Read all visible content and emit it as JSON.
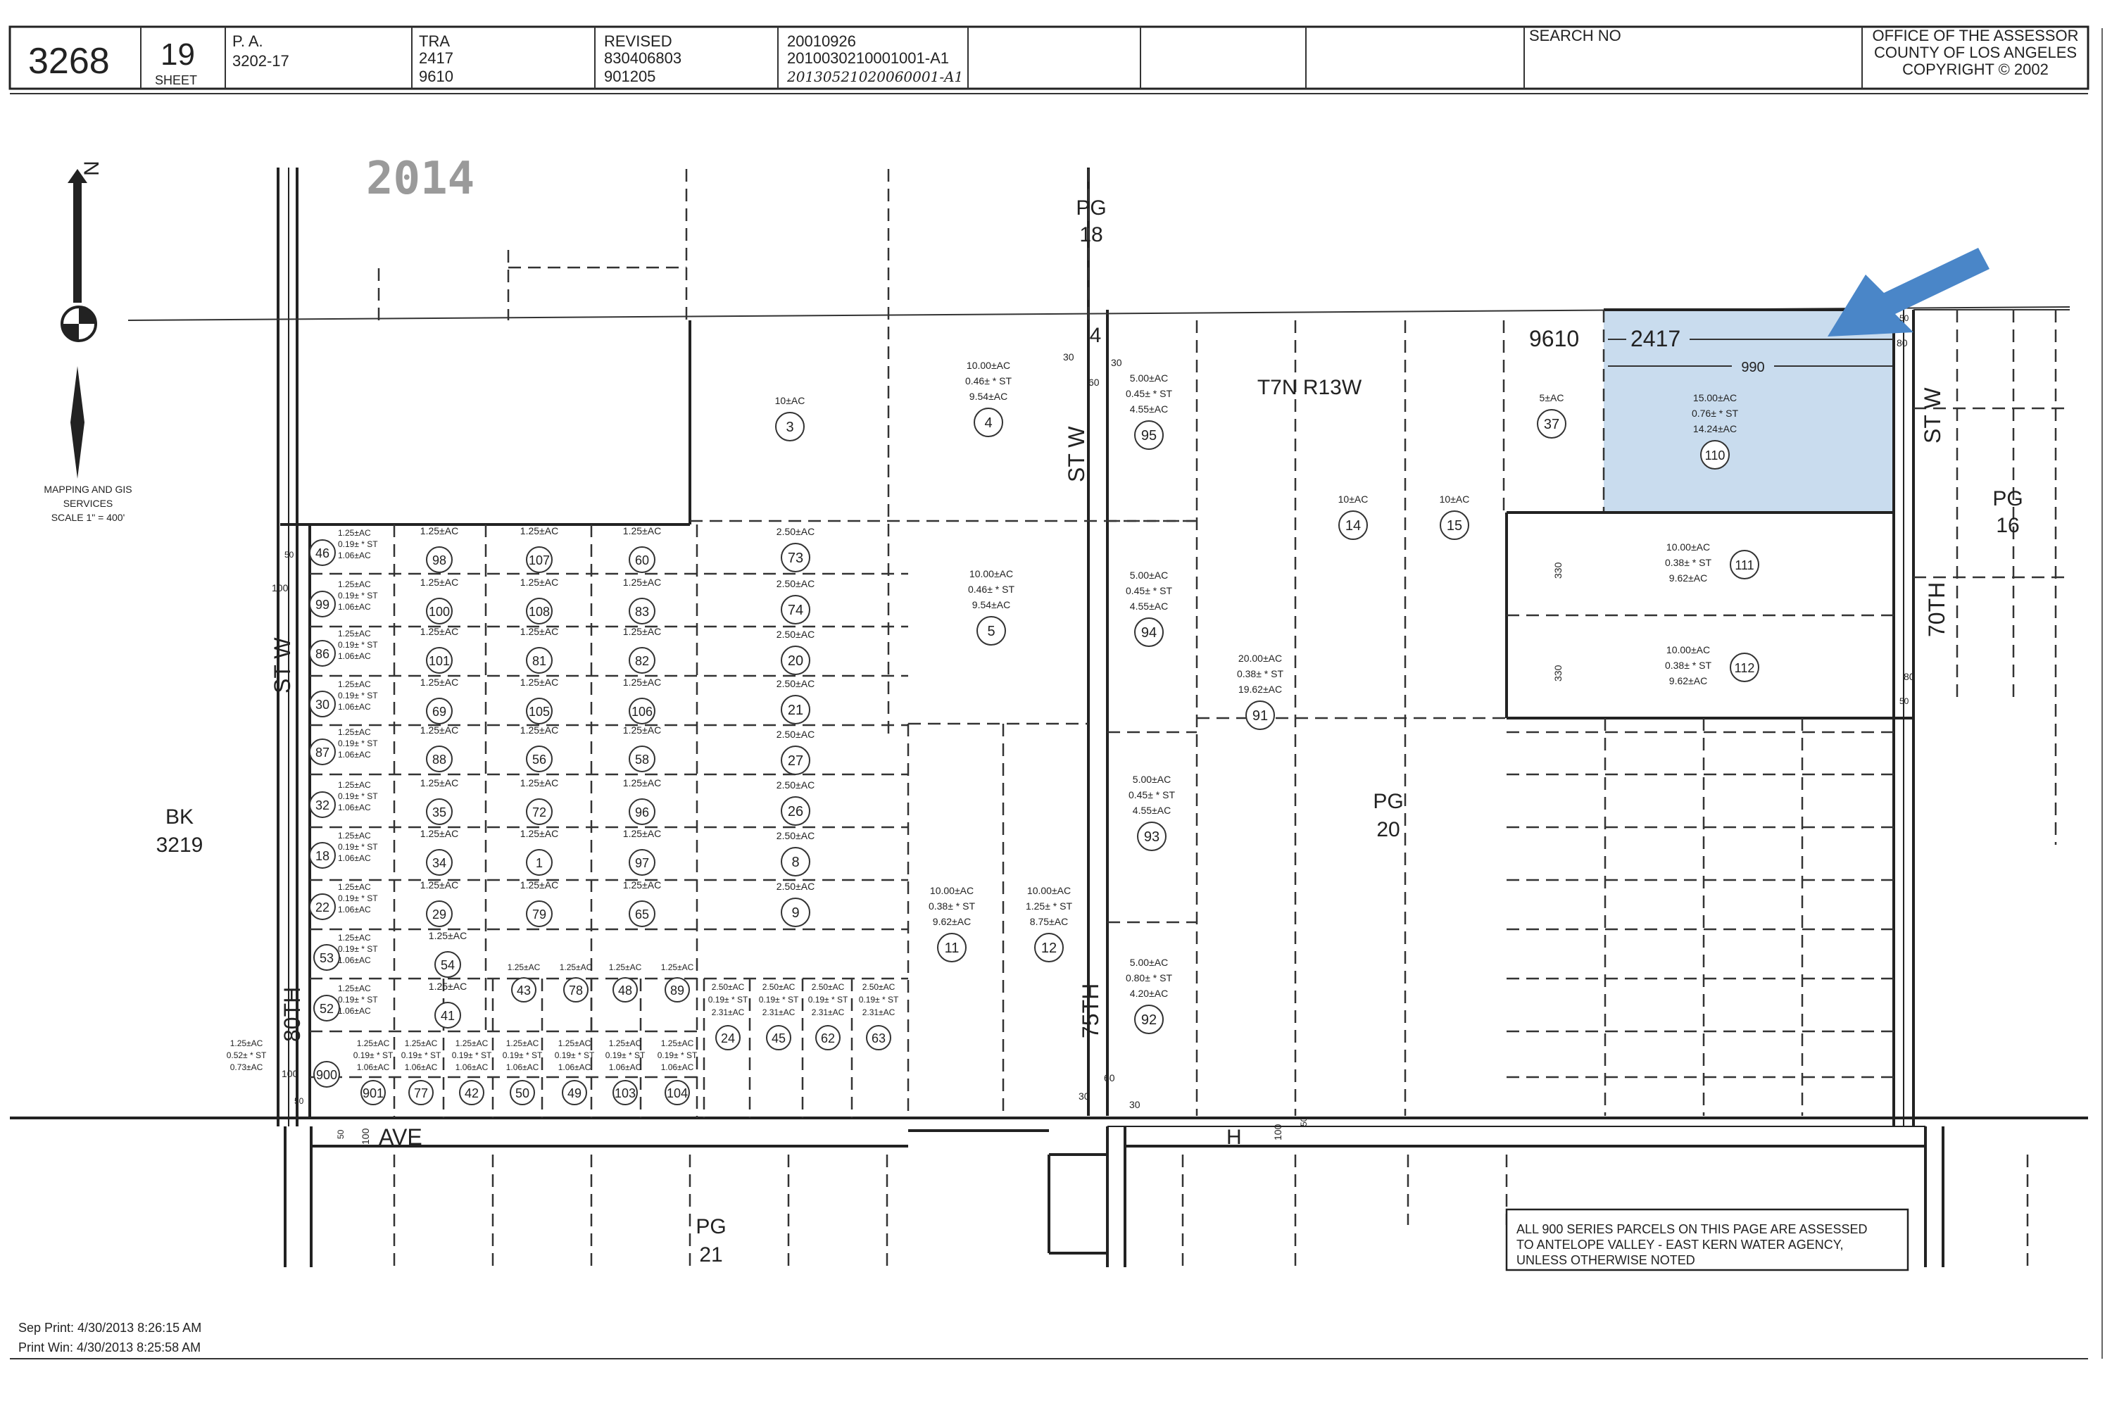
{
  "header": {
    "map_book": "3268",
    "page": "19",
    "sheet_label": "SHEET",
    "pa_label": "P. A.",
    "pa_value": "3202-17",
    "tra_label": "TRA",
    "tra_1": "2417",
    "tra_2": "9610",
    "revised_label": "REVISED",
    "revised_1": "830406803",
    "revised_2": "901205",
    "rev_date_1": "20010926",
    "rev_date_2": "2010030210001001-A1",
    "rev_date_3": "20130521020060001-A1",
    "search_label": "SEARCH NO",
    "office_1": "OFFICE OF THE ASSESSOR",
    "office_2": "COUNTY OF LOS ANGELES",
    "office_3": "COPYRIGHT © 2002"
  },
  "stamp_year": "2014",
  "north": {
    "letter": "N",
    "mapping_1": "MAPPING AND GIS",
    "mapping_2": "SERVICES",
    "scale": "SCALE 1\" = 400'"
  },
  "streets": {
    "st_w_left": "ST W",
    "eightieth": "80TH",
    "ave": "AVE",
    "h": "H",
    "st_w_mid": "ST W",
    "seventy_fifth": "75TH",
    "st_w_right": "ST W",
    "seventieth": "70TH"
  },
  "page_refs": {
    "pg18_a": "PG",
    "pg18_b": "18",
    "pg16_a": "PG",
    "pg16_b": "16",
    "pg20_a": "PG",
    "pg20_b": "20",
    "pg21_a": "PG",
    "pg21_b": "21",
    "bk_a": "BK",
    "bk_b": "3219",
    "township": "T7N R13W",
    "four": "4"
  },
  "tra_tags": {
    "left": "9610",
    "right": "2417",
    "width": "990"
  },
  "dimensions": {
    "d30a": "30",
    "d30b": "30",
    "d60a": "60",
    "d30c": "30",
    "d30d": "30",
    "d60b": "60",
    "d50a": "50",
    "d100a": "100",
    "d50b": "50",
    "d100b": "100",
    "d50c": "50",
    "d100c": "100",
    "d50d": "50",
    "d330a": "330",
    "d330b": "330",
    "d80a": "80",
    "d80b": "80",
    "d50e": "50"
  },
  "parcels_main": [
    {
      "num": "3",
      "l1": "10±AC"
    },
    {
      "num": "4",
      "l1": "10.00±AC",
      "l2": "0.46± * ST",
      "l3": "9.54±AC"
    },
    {
      "num": "5",
      "l1": "10.00±AC",
      "l2": "0.46± * ST",
      "l3": "9.54±AC"
    },
    {
      "num": "95",
      "l1": "5.00±AC",
      "l2": "0.45± * ST",
      "l3": "4.55±AC"
    },
    {
      "num": "94",
      "l1": "5.00±AC",
      "l2": "0.45± * ST",
      "l3": "4.55±AC"
    },
    {
      "num": "93",
      "l1": "5.00±AC",
      "l2": "0.45± * ST",
      "l3": "4.55±AC"
    },
    {
      "num": "92",
      "l1": "5.00±AC",
      "l2": "0.80± * ST",
      "l3": "4.20±AC"
    },
    {
      "num": "91",
      "l1": "20.00±AC",
      "l2": "0.38± * ST",
      "l3": "19.62±AC"
    },
    {
      "num": "14",
      "l1": "10±AC"
    },
    {
      "num": "15",
      "l1": "10±AC"
    },
    {
      "num": "37",
      "l1": "5±AC"
    },
    {
      "num": "110",
      "l1": "15.00±AC",
      "l2": "0.76± * ST",
      "l3": "14.24±AC"
    },
    {
      "num": "111",
      "l1": "10.00±AC",
      "l2": "0.38± * ST",
      "l3": "9.62±AC"
    },
    {
      "num": "112",
      "l1": "10.00±AC",
      "l2": "0.38± * ST",
      "l3": "9.62±AC"
    },
    {
      "num": "11",
      "l1": "10.00±AC",
      "l2": "0.38± * ST",
      "l3": "9.62±AC"
    },
    {
      "num": "12",
      "l1": "10.00±AC",
      "l2": "1.25± * ST",
      "l3": "8.75±AC"
    },
    {
      "num": "73",
      "l1": "2.50±AC"
    },
    {
      "num": "74",
      "l1": "2.50±AC"
    },
    {
      "num": "20",
      "l1": "2.50±AC"
    },
    {
      "num": "21",
      "l1": "2.50±AC"
    },
    {
      "num": "27",
      "l1": "2.50±AC"
    },
    {
      "num": "26",
      "l1": "2.50±AC"
    },
    {
      "num": "8",
      "l1": "2.50±AC"
    },
    {
      "num": "9",
      "l1": "2.50±AC"
    }
  ],
  "grid_rows": [
    [
      "46",
      "98",
      "107",
      "60"
    ],
    [
      "99",
      "100",
      "108",
      "83"
    ],
    [
      "86",
      "101",
      "81",
      "82"
    ],
    [
      "30",
      "69",
      "105",
      "106"
    ],
    [
      "87",
      "88",
      "56",
      "58"
    ],
    [
      "32",
      "35",
      "72",
      "96"
    ],
    [
      "18",
      "34",
      "1",
      "97"
    ],
    [
      "22",
      "29",
      "79",
      "65"
    ]
  ],
  "grid_labels": {
    "a1": "1.25±AC",
    "a2": "0.19± * ST",
    "a3": "1.06±AC",
    "b": "1.25±AC"
  },
  "row53": [
    "53",
    "54"
  ],
  "row52": [
    "52",
    "41"
  ],
  "small_row_top": [
    "43",
    "78",
    "48",
    "89"
  ],
  "small_row_bottom": [
    "901",
    "77",
    "42",
    "50",
    "49",
    "103",
    "104"
  ],
  "row_25": [
    "24",
    "45",
    "62",
    "63"
  ],
  "row_25_labels": {
    "l1": "2.50±AC",
    "l2": "0.19± * ST",
    "l3": "2.31±AC"
  },
  "parcel_900": {
    "num": "900",
    "l1": "1.25±AC",
    "l2": "0.52± * ST",
    "l3": "0.73±AC"
  },
  "notice": {
    "line1": "ALL 900 SERIES PARCELS ON THIS PAGE ARE ASSESSED",
    "line2": "TO ANTELOPE VALLEY - EAST KERN WATER AGENCY,",
    "line3": "UNLESS OTHERWISE NOTED"
  },
  "footer": {
    "line1": "Sep Print: 4/30/2013 8:26:15 AM",
    "line2": "Print Win: 4/30/2013 8:25:58 AM"
  },
  "colors": {
    "highlight": "#c9dcee",
    "arrow": "#4a86c8",
    "line": "#222222"
  }
}
